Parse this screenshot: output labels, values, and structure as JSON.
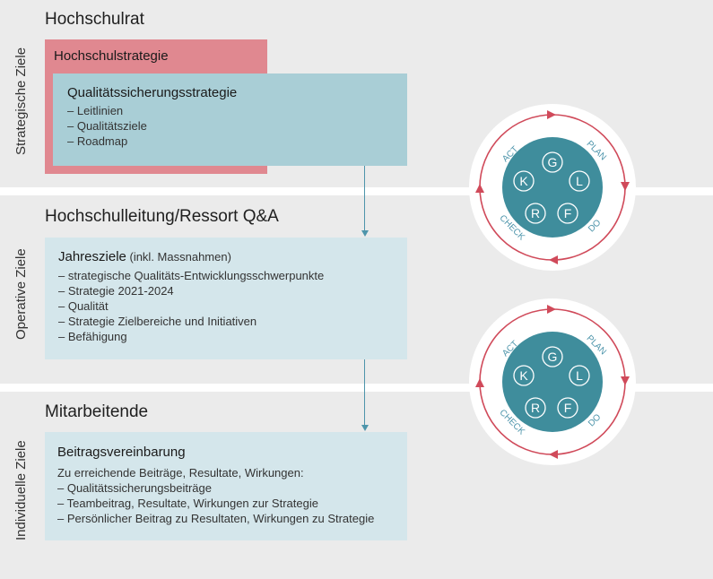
{
  "sections": [
    {
      "vertical_label": "Strategische Ziele",
      "title": "Hochschulrat"
    },
    {
      "vertical_label": "Operative Ziele",
      "title": "Hochschulleitung/Ressort Q&A"
    },
    {
      "vertical_label": "Individuelle Ziele",
      "title": "Mitarbeitende"
    }
  ],
  "strategy": {
    "outer_title": "Hochschulstrategie",
    "inner_title": "Qualitätssicherungsstrategie",
    "items": [
      "– Leitlinien",
      "– Qualitätsziele",
      "– Roadmap"
    ]
  },
  "annual": {
    "title_main": "Jahresziele",
    "title_note": " (inkl. Massnahmen)",
    "items": [
      "–  strategische Qualitäts-Entwicklungsschwerpunkte",
      "–  Strategie 2021-2024",
      "–  Qualität",
      "–  Strategie Zielbereiche und Initiativen",
      "–  Befähigung"
    ]
  },
  "contribution": {
    "title": "Beitragsvereinbarung",
    "intro": "Zu erreichende Beiträge, Resultate, Wirkungen:",
    "items": [
      "– Qualitätssicherungsbeiträge",
      "– Teambeitrag, Resultate, Wirkungen zur Strategie",
      "– Persönlicher Beitrag zu Resultaten, Wirkungen zu Strategie"
    ]
  },
  "pdca": {
    "phases": [
      "ACT",
      "PLAN",
      "DO",
      "CHECK"
    ],
    "letters": [
      "G",
      "K",
      "L",
      "R",
      "F"
    ]
  },
  "colors": {
    "red_box": "#e08890",
    "blue_box": "#a9ced6",
    "light_box": "#d4e6eb",
    "teal": "#3f8d9c",
    "arrow_red": "#d04a5a"
  }
}
